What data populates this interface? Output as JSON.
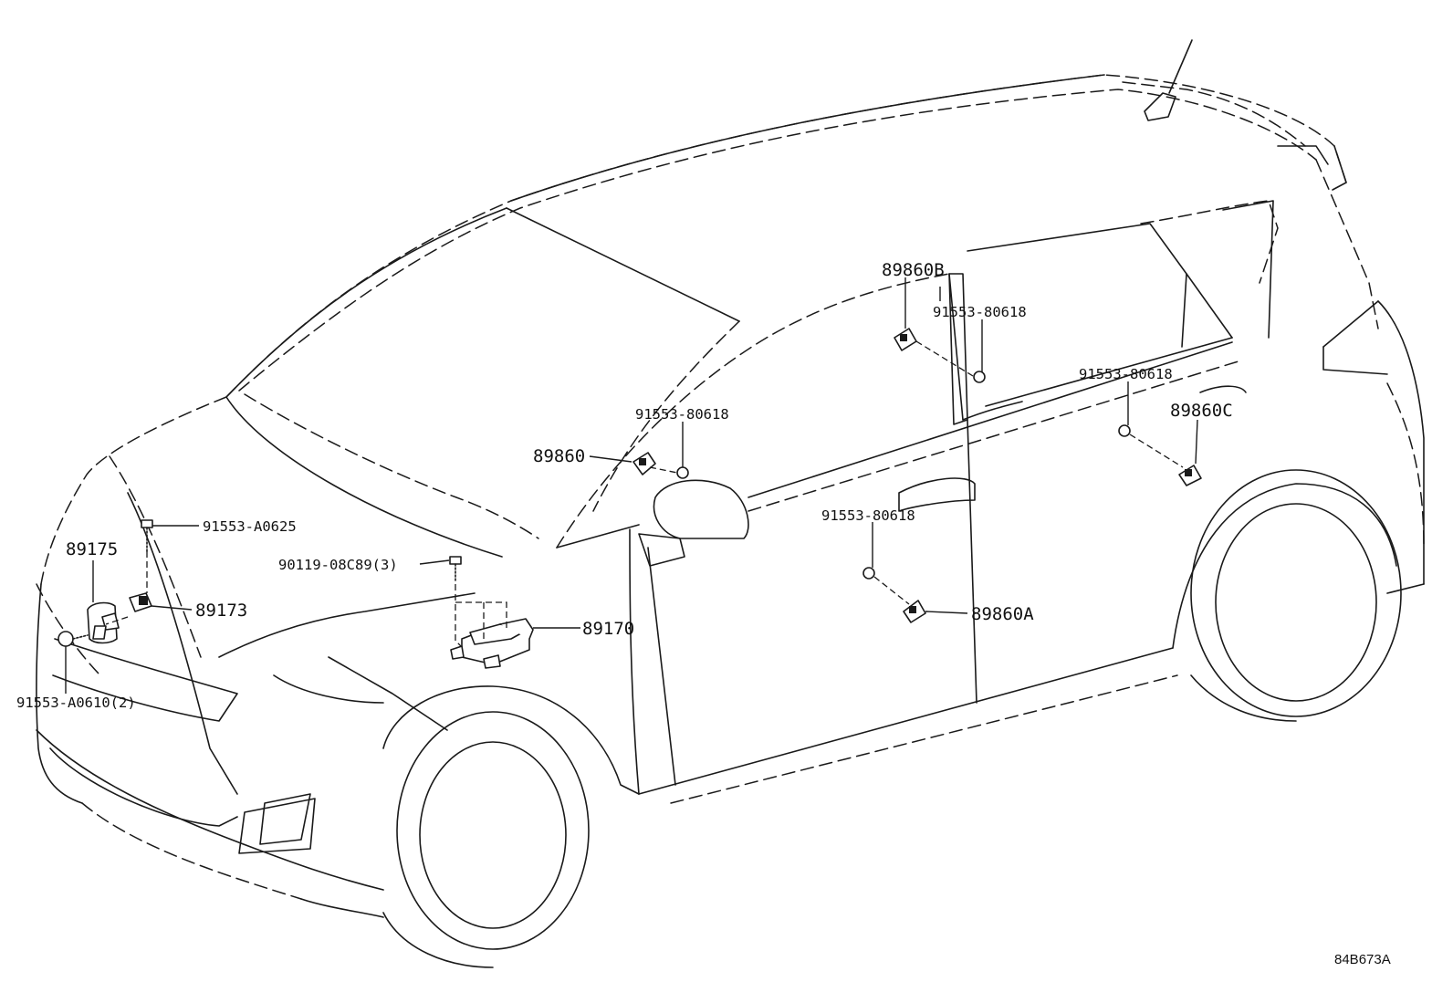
{
  "parts": {
    "p89175": "89175",
    "p91553_A0625": "91553-A0625",
    "p90119_08C89": "90119-08C89(3)",
    "p89173": "89173",
    "p89170": "89170",
    "p91553_A0610": "91553-A0610(2)",
    "p89860": "89860",
    "p91553_80618_front": "91553-80618",
    "p89860B": "89860B",
    "p91553_80618_bpillar": "91553-80618",
    "p91553_80618_rear": "91553-80618",
    "p89860C": "89860C",
    "p91553_80618_door": "91553-80618",
    "p89860A": "89860A"
  },
  "diagram_code": "84B673A"
}
